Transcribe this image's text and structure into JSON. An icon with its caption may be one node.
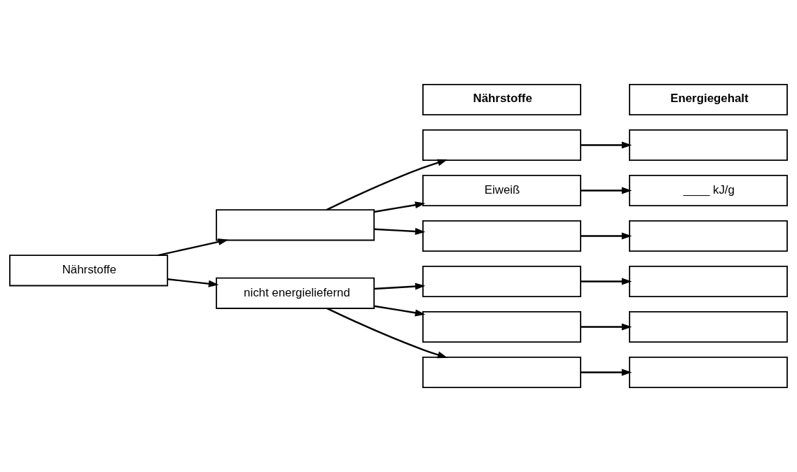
{
  "diagram": {
    "nodes": [
      {
        "text": [
          "Nährstoffe"
        ]
      },
      {
        "text": [
          "Energiegehalt"
        ]
      },
      {
        "text": [],
        "shape": "box"
      },
      {
        "text": [
          "Nährstoffe"
        ]
      },
      {
        "text": [
          "nicht energieliefernd"
        ]
      },
      {
        "text": [],
        "shape": "box"
      },
      {
        "text": [
          "Eiweiß"
        ]
      },
      {
        "text": [],
        "shape": "box"
      },
      {
        "text": [],
        "shape": "box"
      },
      {
        "text": [],
        "shape": "box"
      },
      {
        "text": [],
        "shape": "box"
      },
      {
        "text": [],
        "shape": "box"
      },
      {
        "text": [
          "____ kJ/g"
        ]
      },
      {
        "text": [],
        "shape": "box"
      },
      {
        "text": [],
        "shape": "box"
      },
      {
        "text": [],
        "shape": "box"
      },
      {
        "text": [],
        "shape": "box"
      }
    ],
    "edges": [
      {
        "from": 3,
        "to": 2,
        "arrow": "to"
      },
      {
        "from": 3,
        "to": 4,
        "arrow": "to"
      },
      {
        "from": 2,
        "to": 5,
        "arrow": "to"
      },
      {
        "from": 2,
        "to": 6,
        "arrow": "to"
      },
      {
        "from": 2,
        "to": 7,
        "arrow": "to"
      },
      {
        "from": 4,
        "to": 8,
        "arrow": "to"
      },
      {
        "from": 4,
        "to": 9,
        "arrow": "to"
      },
      {
        "from": 4,
        "to": 10,
        "arrow": "to"
      },
      {
        "from": 5,
        "to": 11,
        "arrow": "to"
      },
      {
        "from": 6,
        "to": 12,
        "arrow": "to"
      },
      {
        "from": 7,
        "to": 13,
        "arrow": "to"
      },
      {
        "from": 8,
        "to": 14,
        "arrow": "to"
      },
      {
        "from": 9,
        "to": 15,
        "arrow": "to"
      },
      {
        "from": 10,
        "to": 16,
        "arrow": "to"
      }
    ]
  }
}
